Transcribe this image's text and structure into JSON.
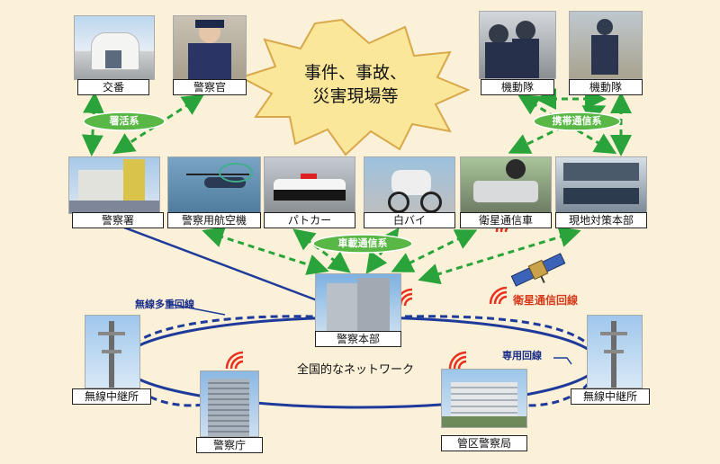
{
  "labels": {
    "koban": "交番",
    "keisatsukan": "警察官",
    "kidotai1": "機動隊",
    "kidotai2": "機動隊",
    "keisatsusho": "警察署",
    "kokuki": "警察用航空機",
    "patrol": "パトカー",
    "motorcycle": "白バイ",
    "satellite_car": "衛星通信車",
    "field_hq": "現地対策本部",
    "hq": "警察本部",
    "relay_left": "無線中継所",
    "relay_right": "無線中継所",
    "npa": "警察庁",
    "regional": "管区警察局"
  },
  "burst": {
    "line1": "事件、事故、",
    "line2": "災害現場等"
  },
  "ovals": {
    "shokatsu": "署活系",
    "keitai": "携帯通信系",
    "shasai": "車載通信系"
  },
  "lines": {
    "multiplex": "無線多重回線",
    "dedicated": "専用回線",
    "satellite": "衛星通信回線"
  },
  "network": "全国的なネットワーク",
  "colors": {
    "background": "#fbf1d8",
    "green_link": "#2aa43a",
    "blue_line": "#1e3a9a",
    "red_wave": "#e8321e",
    "burst": "#fbe79a"
  }
}
